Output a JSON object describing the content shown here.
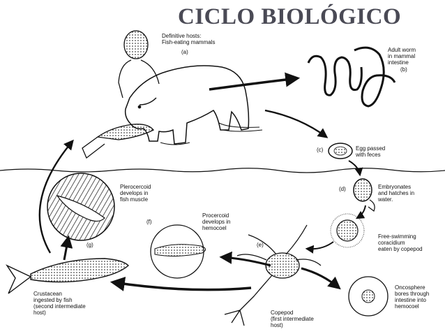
{
  "title": "CICLO BIOLÓGICO",
  "colors": {
    "title": "#4a4a55",
    "ink": "#111111",
    "paper": "#ffffff"
  },
  "stages": {
    "a": {
      "tag": "(a)",
      "label": "Definitive hosts:\nFish-eating mammals"
    },
    "b": {
      "tag": "(b)",
      "label": "Adult worm\nin mammal\nintestine"
    },
    "c": {
      "tag": "(c)",
      "label": "Egg passed\nwith feces"
    },
    "d": {
      "tag": "(d)",
      "label": "Embryonates\nand hatches in\nwater."
    },
    "coracidium": {
      "label": "Free-swimming\ncoracidium\neaten by copepod"
    },
    "oncosphere": {
      "label": "Oncosphere\nbores through\nintestine into\nhemocoel"
    },
    "e": {
      "tag": "(e)",
      "label": "Copepod\n(first intermediate\nhost)"
    },
    "f": {
      "tag": "(f)",
      "label": "Procercoid\ndevelops in\nhemocoel"
    },
    "plerocercoid": {
      "label": "Plerocercoid\ndevelops in\nfish muscle"
    },
    "g": {
      "tag": "(g)",
      "label": "Crustacean\ningested by fish\n(second intermediate\nhost)"
    }
  }
}
